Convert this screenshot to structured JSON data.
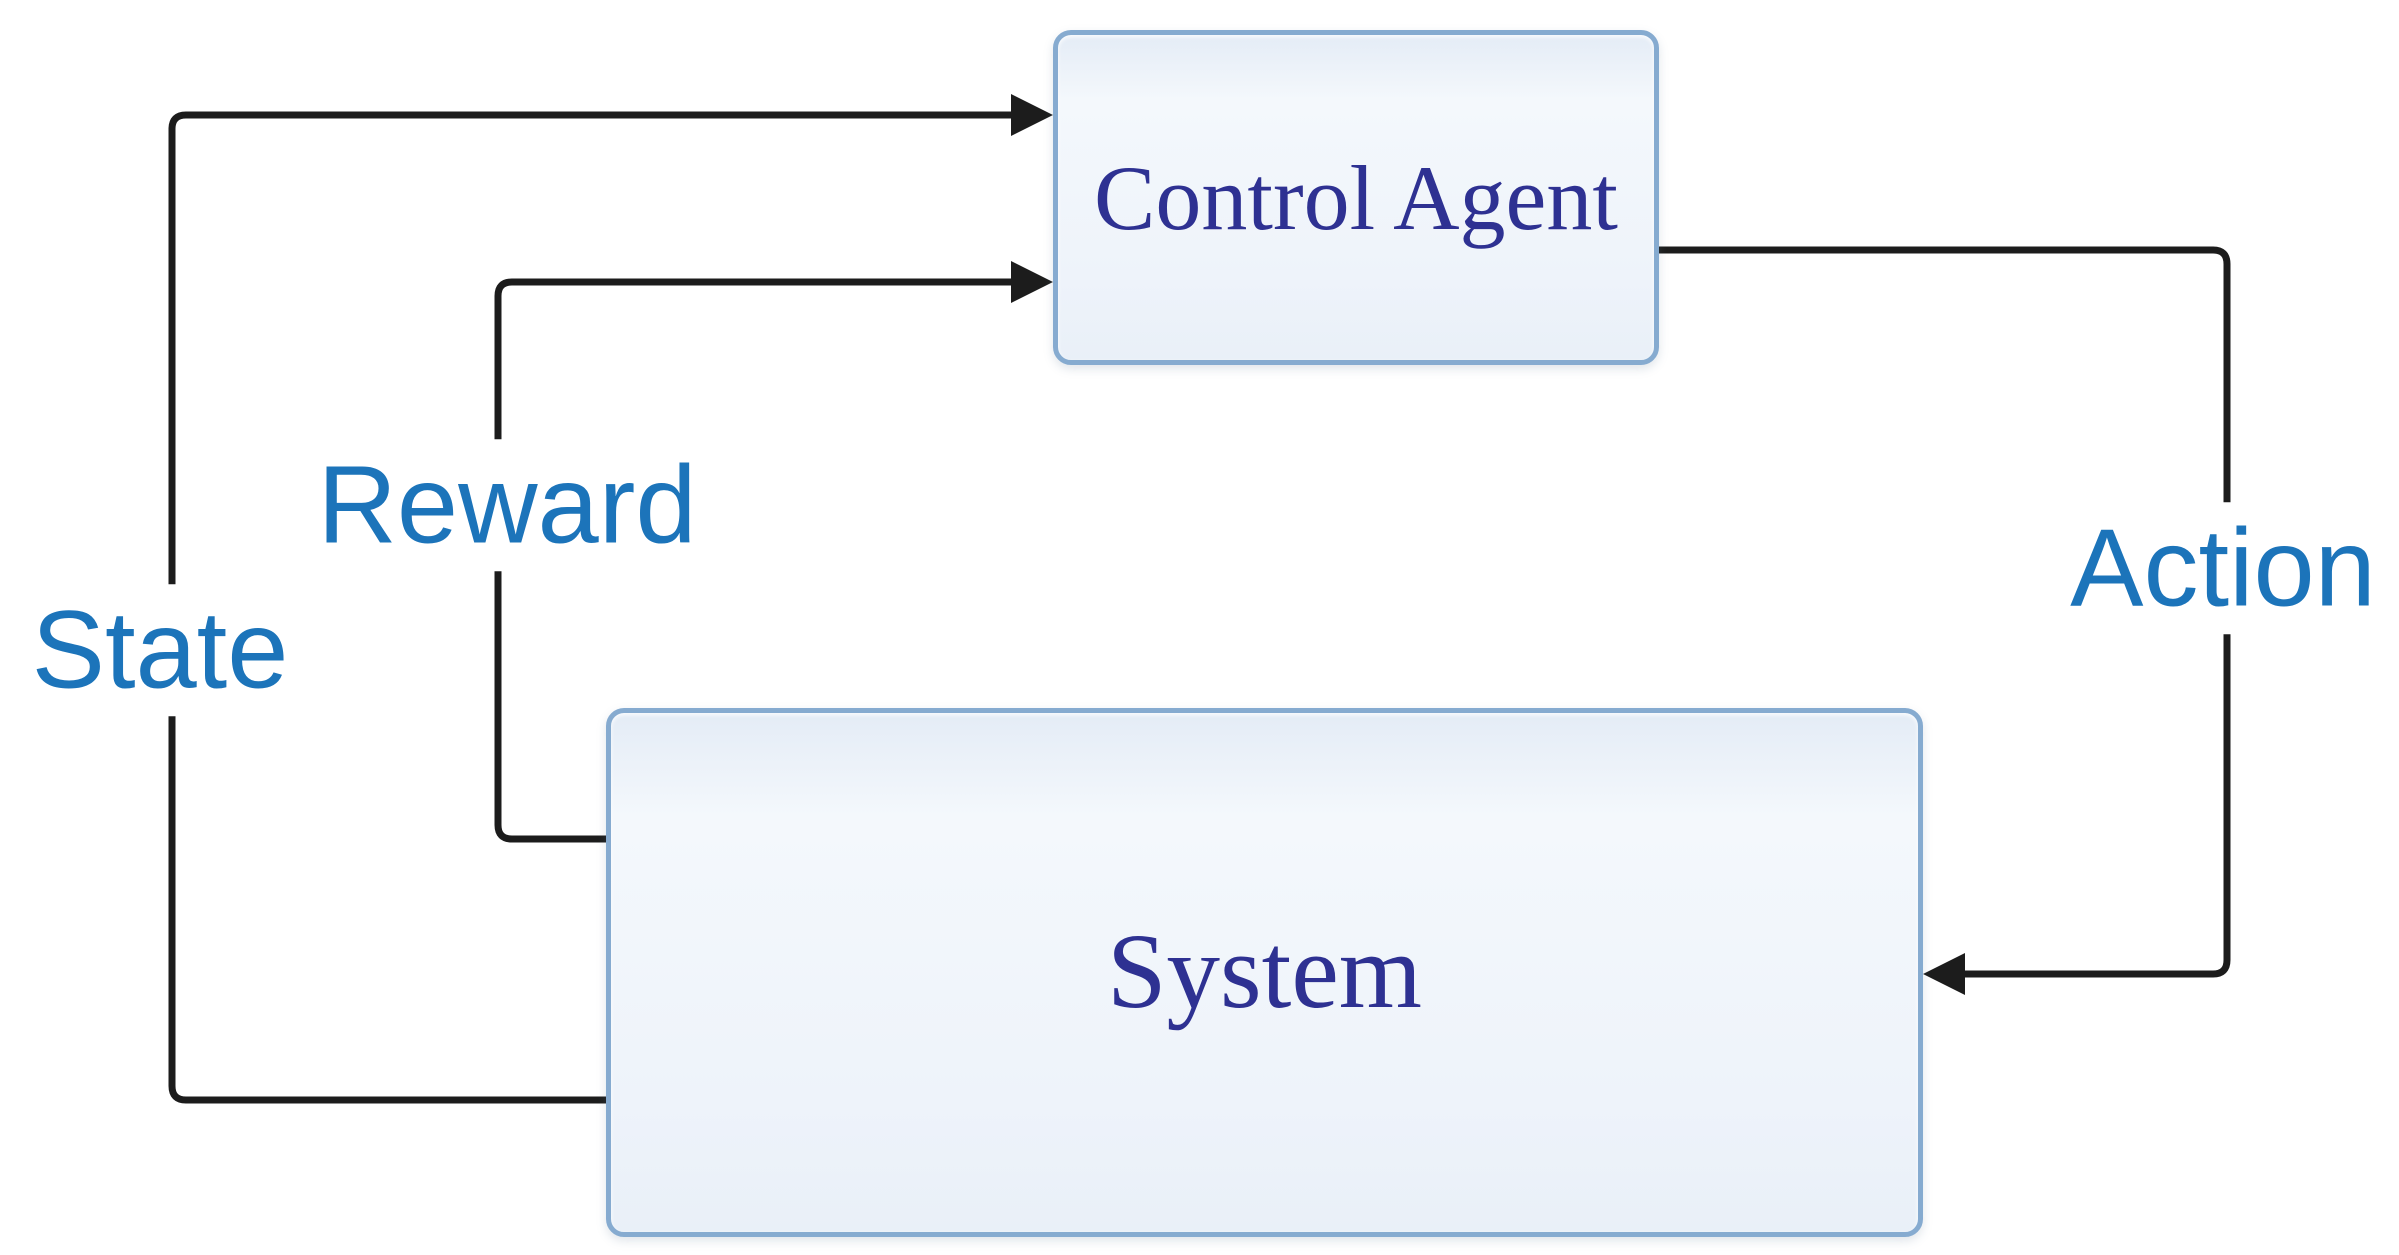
{
  "nodes": {
    "control_agent": {
      "label": "Control Agent"
    },
    "system": {
      "label": "System"
    }
  },
  "edges": {
    "state": {
      "label": "State",
      "from": "system",
      "to": "control_agent"
    },
    "reward": {
      "label": "Reward",
      "from": "system",
      "to": "control_agent"
    },
    "action": {
      "label": "Action",
      "from": "control_agent",
      "to": "system"
    }
  },
  "colors": {
    "background": "#ffffff",
    "line": "#1c1c1c",
    "node_border": "#86abd0",
    "node_fill": "#eef3fa",
    "node_text": "#2e3192",
    "edge_label_text": "#1c74ba"
  }
}
